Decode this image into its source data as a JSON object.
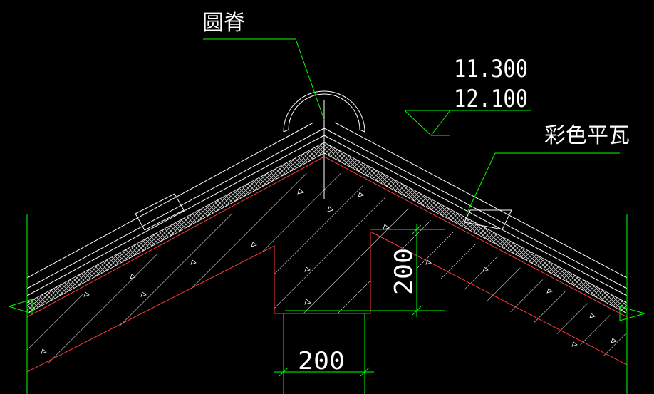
{
  "labels": {
    "ridge_callout": "圆脊",
    "elevation_1": "11.300",
    "elevation_2": "12.100",
    "tile_callout": "彩色平瓦"
  },
  "dimensions": {
    "bottom_width": "200",
    "notch_depth": "200"
  },
  "colors": {
    "background": "#000000",
    "outline": "#ffffff",
    "leader": "#00ff00",
    "concrete_edge": "#ff3b3b",
    "hatch": "#ffffff"
  }
}
